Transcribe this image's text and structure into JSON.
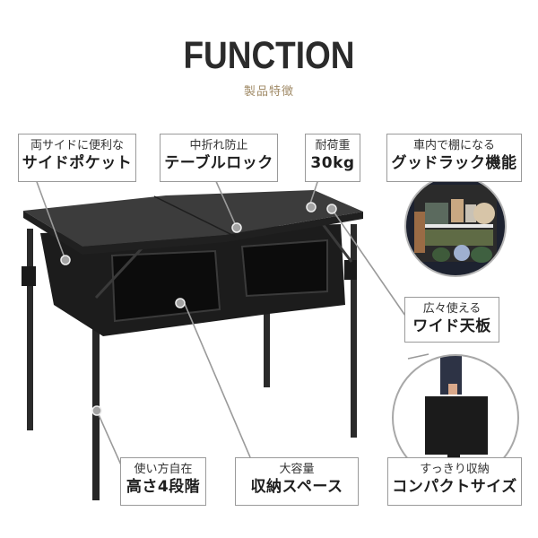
{
  "header": {
    "title": "FUNCTION",
    "subtitle": "製品特徴",
    "subtitle_color": "#a08a66"
  },
  "features": [
    {
      "id": "side-pocket",
      "small": "両サイドに便利な",
      "big": "サイドポケット"
    },
    {
      "id": "fold-lock",
      "small": "中折れ防止",
      "big": "テーブルロック"
    },
    {
      "id": "load-capacity",
      "small": "耐荷重",
      "big": "30kg"
    },
    {
      "id": "car-rack",
      "small": "車内で棚になる",
      "big": "グッドラック機能"
    },
    {
      "id": "wide-top",
      "small": "広々使える",
      "big": "ワイド天板"
    },
    {
      "id": "height-adjust",
      "small": "使い方自在",
      "big": "高さ4段階"
    },
    {
      "id": "large-storage",
      "small": "大容量",
      "big": "収納スペース"
    },
    {
      "id": "compact",
      "small": "すっきり収納",
      "big": "コンパクトサイズ"
    }
  ],
  "images": {
    "product": "black folding table with under-storage mesh bags",
    "car_rack_photo": "table used as shelf in car trunk",
    "compact_photo": "person carrying folded table like a briefcase"
  },
  "colors": {
    "title": "#2b2b2b",
    "callout_border": "#9a9a9a",
    "table": "#2a2a2a",
    "marker": "#9c9c9c"
  }
}
